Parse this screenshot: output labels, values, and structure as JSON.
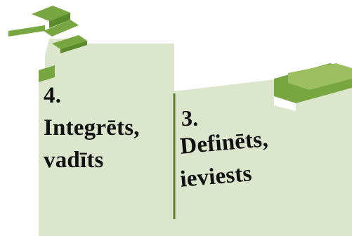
{
  "levels": [
    {
      "number": "4.",
      "title_line1": "Integrēts,",
      "title_line2": "vadīts"
    },
    {
      "number": "3.",
      "title_line1": "Definēts,",
      "title_line2": "ieviests"
    }
  ],
  "colors": {
    "panel_fill": "#dce6cc",
    "step_green": "#78a640",
    "step_green_dark": "#5a8a2a",
    "divider": "#5c7f2c",
    "text": "#111111"
  }
}
